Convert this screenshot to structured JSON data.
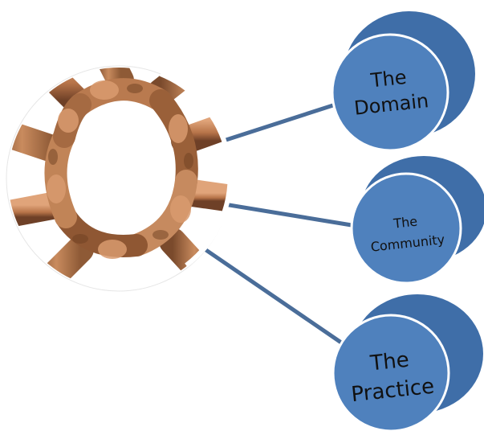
{
  "diagram": {
    "nodes": [
      {
        "id": "domain",
        "line1": "The",
        "line2": "Domain"
      },
      {
        "id": "community",
        "line1": "The",
        "line2": "Community"
      },
      {
        "id": "practice",
        "line1": "The",
        "line2": "Practice"
      }
    ],
    "center_image": "interlocked-hands-circle",
    "colors": {
      "node_fill": "#4f81bd",
      "node_shadow": "#3f6ea8",
      "connector": "#4a6d99",
      "skin_light": "#c98b5e",
      "skin_dark": "#7a4a2c"
    }
  }
}
